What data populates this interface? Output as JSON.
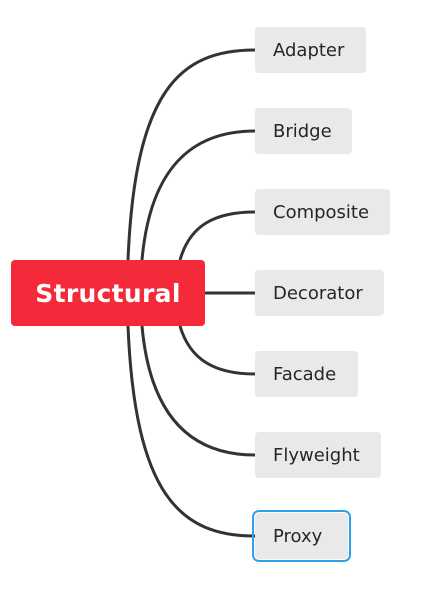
{
  "central_topic": "Structural",
  "subtopics": [
    "Adapter",
    "Bridge",
    "Composite",
    "Decorator",
    "Facade",
    "Flyweight",
    "Proxy"
  ],
  "selected_subtopic": "Proxy",
  "colors": {
    "central_fill": "#f42a3b",
    "subtopic_fill": "#e9e9e9",
    "connector": "#333333",
    "selection_outline": "#2ea0f0"
  }
}
